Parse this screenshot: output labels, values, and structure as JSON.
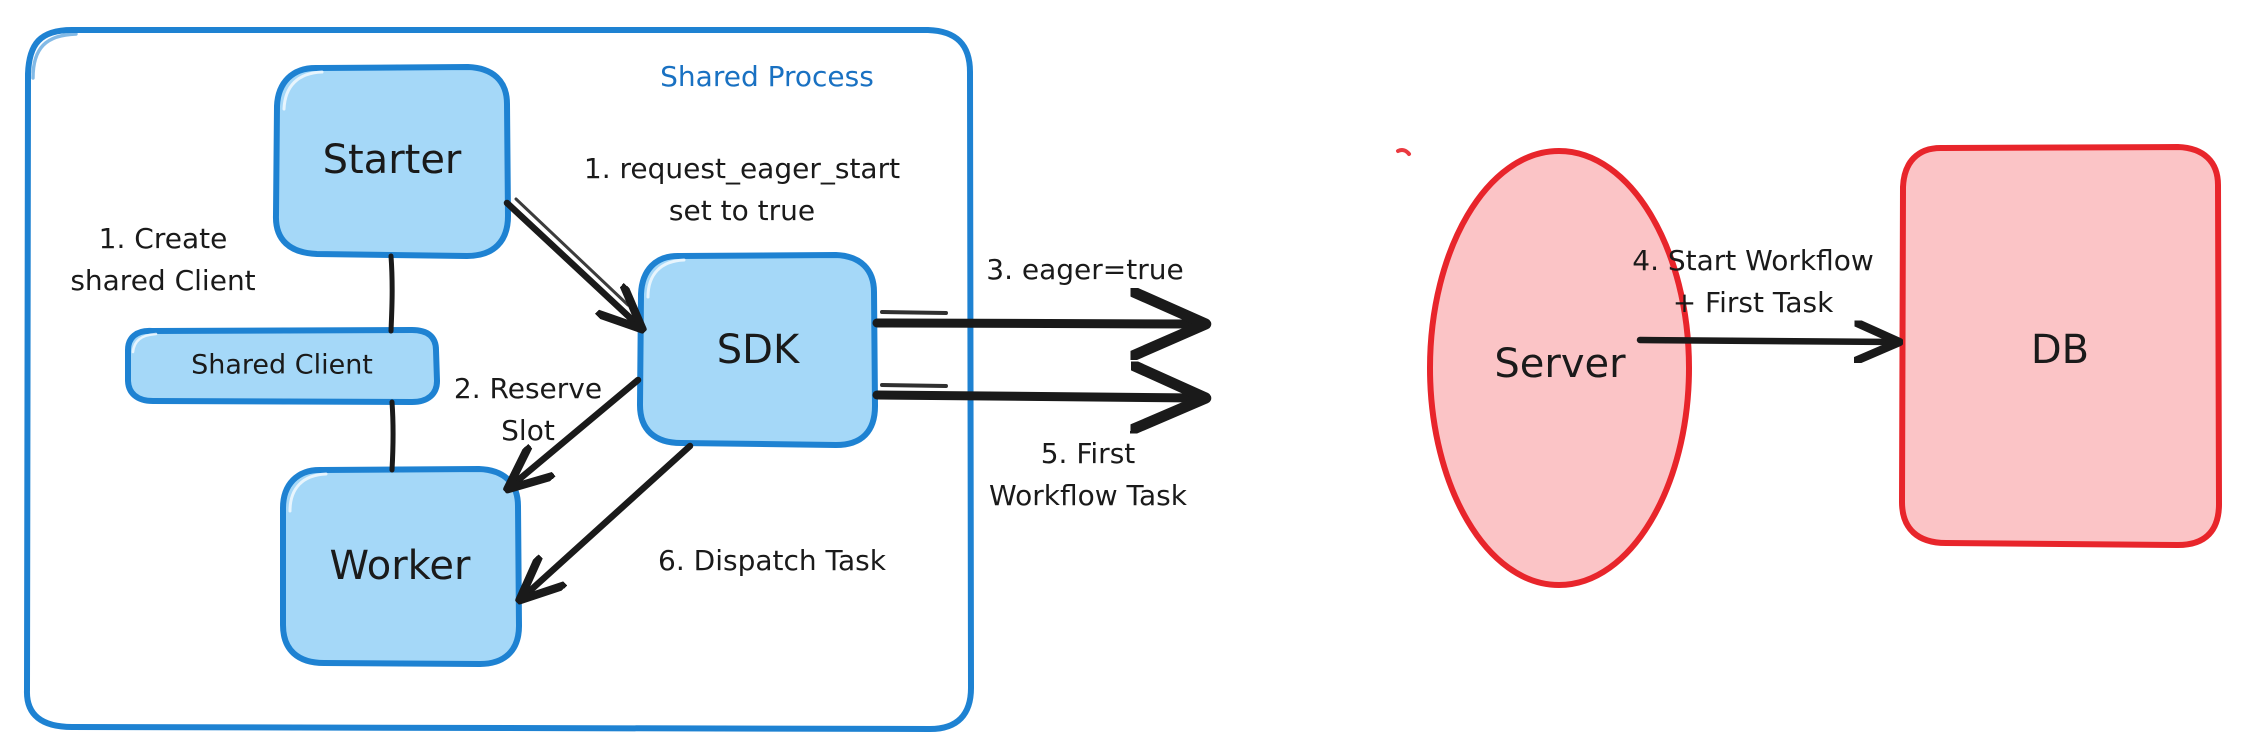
{
  "diagram": {
    "title": "Eager Workflow Start sequence",
    "colors": {
      "blue_stroke": "#1e82d2",
      "blue_fill": "#a5d8f8",
      "red_stroke": "#e8252b",
      "red_fill": "#fbc4c6",
      "line": "#1a1a1a",
      "background": "#ffffff"
    },
    "groups": [
      {
        "id": "shared-process",
        "label": "Shared Process"
      }
    ],
    "nodes": [
      {
        "id": "starter",
        "label": "Starter",
        "shape": "rounded-rect",
        "color": "blue"
      },
      {
        "id": "shared-client",
        "label": "Shared Client",
        "shape": "rounded-rect",
        "color": "blue"
      },
      {
        "id": "worker",
        "label": "Worker",
        "shape": "rounded-rect",
        "color": "blue"
      },
      {
        "id": "sdk",
        "label": "SDK",
        "shape": "rounded-rect",
        "color": "blue"
      },
      {
        "id": "server",
        "label": "Server",
        "shape": "ellipse",
        "color": "red"
      },
      {
        "id": "db",
        "label": "DB",
        "shape": "rounded-rect",
        "color": "red"
      }
    ],
    "edges": [
      {
        "id": "e1",
        "from": "starter",
        "to": "shared-client",
        "label": "1. Create\nshared Client",
        "label_lines": [
          "1. Create",
          "shared Client"
        ],
        "arrow": false
      },
      {
        "id": "e2",
        "from": "starter",
        "to": "sdk",
        "label": "1. request_eager_start\nset to true",
        "label_lines": [
          "1. request_eager_start",
          "set to true"
        ],
        "arrow": true
      },
      {
        "id": "e3",
        "from": "sdk",
        "to": "worker",
        "label": "2. Reserve\nSlot",
        "label_lines": [
          "2. Reserve",
          "Slot"
        ],
        "arrow": true
      },
      {
        "id": "e4",
        "from": "sdk",
        "to": "server",
        "label": "3. eager=true",
        "label_lines": [
          "3. eager=true"
        ],
        "arrow": true
      },
      {
        "id": "e5",
        "from": "server",
        "to": "db",
        "label": "4. Start Workflow\n+ First Task",
        "label_lines": [
          "4. Start Workflow",
          "+ First Task"
        ],
        "arrow": true
      },
      {
        "id": "e6",
        "from": "server",
        "to": "sdk",
        "label": "5. First\nWorkflow Task",
        "label_lines": [
          "5. First",
          "Workflow Task"
        ],
        "arrow": true
      },
      {
        "id": "e7",
        "from": "sdk",
        "to": "worker",
        "label": "6. Dispatch Task",
        "label_lines": [
          "6. Dispatch Task"
        ],
        "arrow": true
      },
      {
        "id": "e8",
        "from": "shared-client",
        "to": "worker",
        "label": "",
        "label_lines": [],
        "arrow": false
      }
    ]
  }
}
